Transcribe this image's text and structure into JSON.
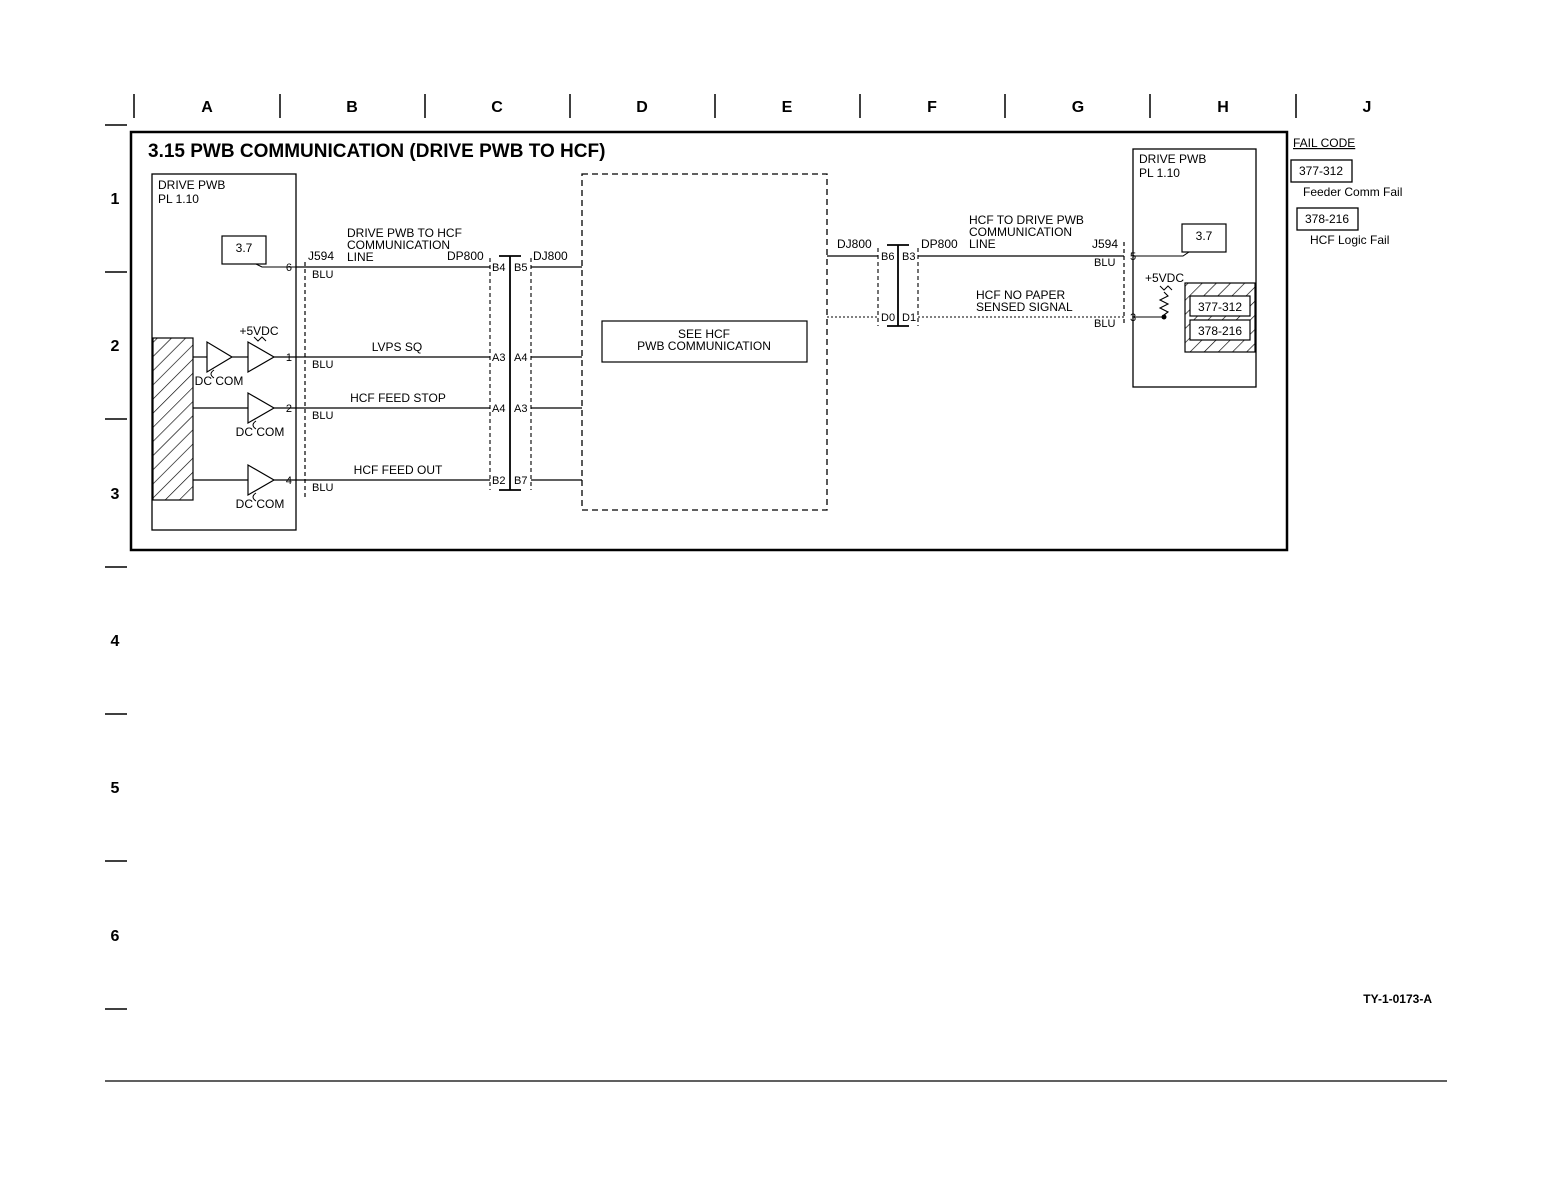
{
  "grid": {
    "columns": [
      "A",
      "B",
      "C",
      "D",
      "E",
      "F",
      "G",
      "H",
      "J"
    ],
    "rows": [
      "1",
      "2",
      "3",
      "4",
      "5",
      "6"
    ]
  },
  "title": "3.15 PWB COMMUNICATION (DRIVE PWB TO HCF)",
  "left_pwb": {
    "name": "DRIVE PWB",
    "ref": "PL 1.10",
    "ref_box": "3.7",
    "voltage": "+5VDC",
    "ground": "DC COM"
  },
  "right_pwb": {
    "name": "DRIVE PWB",
    "ref": "PL 1.10",
    "ref_box": "3.7",
    "voltage": "+5VDC",
    "codes": [
      "377-312",
      "378-216"
    ]
  },
  "left_signals": {
    "header_line1": "DRIVE PWB TO HCF",
    "header_line2": "COMMUNICATION",
    "header_line3": "LINE",
    "lvps": "LVPS SQ",
    "feed_stop": "HCF FEED STOP",
    "feed_out": "HCF FEED OUT"
  },
  "right_signals": {
    "header_line1": "HCF TO DRIVE PWB",
    "header_line2": "COMMUNICATION",
    "header_line3": "LINE",
    "nopaper_line1": "HCF NO PAPER",
    "nopaper_line2": "SENSED SIGNAL"
  },
  "connectors": {
    "j594": "J594",
    "dp800": "DP800",
    "dj800": "DJ800",
    "wire_color": "BLU",
    "left_pins": [
      "6",
      "1",
      "2",
      "4"
    ],
    "right_pins": [
      "5",
      "3"
    ],
    "c_left": [
      "B4",
      "A3",
      "A4",
      "B2"
    ],
    "c_right": [
      "B5",
      "A4",
      "A3",
      "B7"
    ],
    "f_left": [
      "B6",
      "D0"
    ],
    "f_right": [
      "B3",
      "D1"
    ]
  },
  "see_box": {
    "line1": "SEE HCF",
    "line2": "PWB COMMUNICATION"
  },
  "fail_codes": {
    "heading": "FAIL CODE",
    "items": [
      {
        "code": "377-312",
        "desc": "Feeder Comm Fail"
      },
      {
        "code": "378-216",
        "desc": "HCF Logic Fail"
      }
    ]
  },
  "figure_id": "TY-1-0173-A"
}
